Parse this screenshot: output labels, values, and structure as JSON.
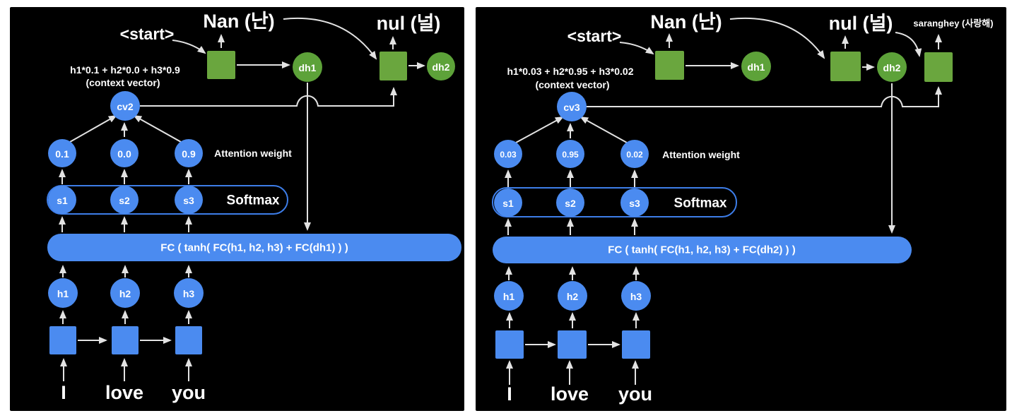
{
  "left_panel": {
    "start_label": "<start>",
    "outputs": [
      "Nan (난)",
      "nul (널)"
    ],
    "context_formula": "h1*0.1 + h2*0.0 + h3*0.9",
    "context_caption": "(context vector)",
    "context_vector": "cv2",
    "attention_weights": [
      "0.1",
      "0.0",
      "0.9"
    ],
    "attention_label": "Attention weight",
    "scores": [
      "s1",
      "s2",
      "s3"
    ],
    "softmax_label": "Softmax",
    "fc_formula": "FC ( tanh( FC(h1, h2, h3) + FC(dh1) ) )",
    "hidden_states": [
      "h1",
      "h2",
      "h3"
    ],
    "decoder_states": [
      "dh1",
      "dh2"
    ],
    "input_words": [
      "I",
      "love",
      "you"
    ]
  },
  "right_panel": {
    "start_label": "<start>",
    "outputs": [
      "Nan (난)",
      "nul (널)",
      "saranghey (사랑해)"
    ],
    "context_formula": "h1*0.03 + h2*0.95 + h3*0.02",
    "context_caption": "(context vector)",
    "context_vector": "cv3",
    "attention_weights": [
      "0.03",
      "0.95",
      "0.02"
    ],
    "attention_label": "Attention weight",
    "scores": [
      "s1",
      "s2",
      "s3"
    ],
    "softmax_label": "Softmax",
    "fc_formula": "FC ( tanh( FC(h1, h2, h3) + FC(dh2) ) )",
    "hidden_states": [
      "h1",
      "h2",
      "h3"
    ],
    "decoder_states": [
      "dh1",
      "dh2"
    ],
    "input_words": [
      "I",
      "love",
      "you"
    ]
  },
  "colors": {
    "panel_background": "#000000",
    "node_blue": "#4b8bf0",
    "node_green": "#5da239",
    "square_green": "#6aa63e",
    "connector": "#e2e2e2",
    "softmax_border": "#3d7de8",
    "text": "#ffffff"
  }
}
